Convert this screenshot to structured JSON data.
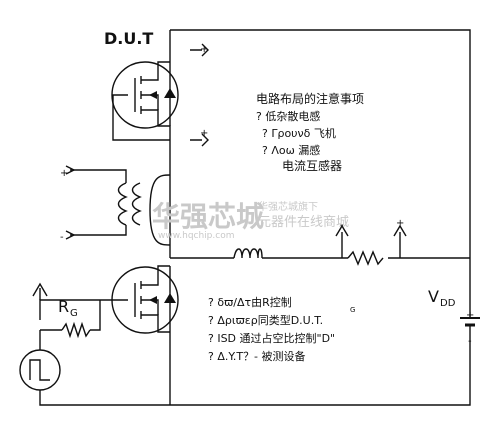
{
  "labels": {
    "dut": "D.U.T",
    "rg": "R",
    "rg_sub": "G",
    "vdd": "V",
    "vdd_sub": "DD",
    "plus": "+",
    "minus": "-"
  },
  "notes_top": {
    "title": "电路布局的注意事项",
    "items": [
      "? 低杂散电感",
      "? Γρουνδ 飞机",
      "? Λοω 漏感",
      "电流互感器"
    ]
  },
  "notes_bottom": {
    "items": [
      "? δϖ/Δτ由R控制",
      "? Δριϖερ同类型D.U.T.",
      "? ISD 通过占空比控制\"D\"",
      "? Δ.Y.T？- 被测设备"
    ],
    "g_mark": "G"
  },
  "watermark": {
    "cn": "华强芯城",
    "url": "www.hqchip.com",
    "r1": "华强芯城旗下",
    "r2": "元器件在线商城"
  }
}
